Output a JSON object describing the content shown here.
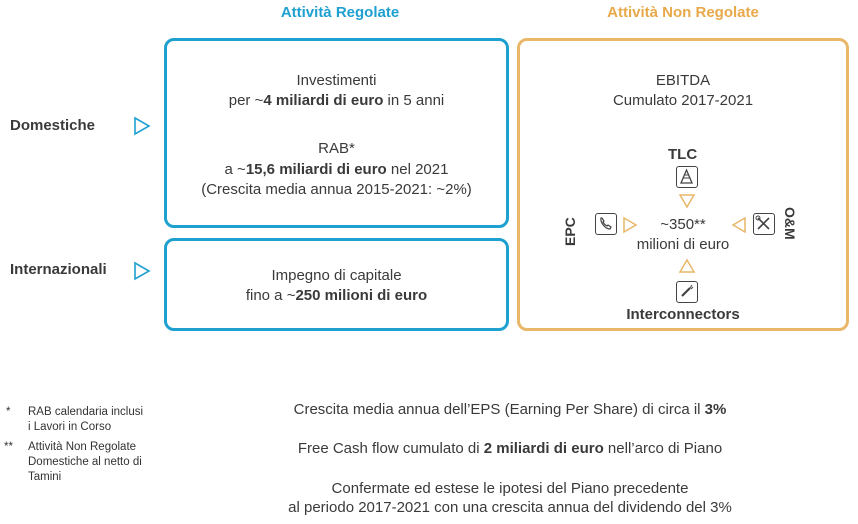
{
  "headers": {
    "regolate": "Attività Regolate",
    "non_regolate": "Attività Non Regolate",
    "regolate_color": "#1ea0d0",
    "non_regolate_color": "#e8a94a"
  },
  "rows": {
    "domestiche": "Domestiche",
    "internazionali": "Internazionali"
  },
  "box_dom_reg": {
    "l1": "Investimenti",
    "l2_pre": "per ~",
    "l2_bold": "4 miliardi di euro",
    "l2_post": " in 5 anni",
    "l3": "RAB*",
    "l4_pre": "a ~",
    "l4_bold": "15,6 miliardi di euro",
    "l4_post": " nel 2021",
    "l5": "(Crescita media annua 2015-2021: ~2%)"
  },
  "box_int_reg": {
    "l1": "Impegno di capitale",
    "l2_pre": "fino a ~",
    "l2_bold": "250 milioni di euro"
  },
  "box_non_reg": {
    "l1": "EBITDA",
    "l2": "Cumulato 2017-2021",
    "center1": "~350**",
    "center2": "milioni di euro",
    "tlc": "TLC",
    "epc": "EPC",
    "om": "O&M",
    "interconnectors": "Interconnectors"
  },
  "icons": [
    "tower-icon",
    "phone-icon",
    "tools-icon",
    "cable-icon",
    "triangle-arrow-icon"
  ],
  "footnotes": {
    "n1_mark": "*",
    "n1_l1": "RAB calendaria inclusi",
    "n1_l2": "i Lavori in Corso",
    "n2_mark": "**",
    "n2_l1": "Attività Non Regolate",
    "n2_l2": "Domestiche al netto di",
    "n2_l3": "Tamini"
  },
  "bottom": {
    "eps_pre": "Crescita media annua dell’EPS (Earning Per Share) di circa il ",
    "eps_bold": "3%",
    "fcf_pre": "Free Cash flow cumulato di ",
    "fcf_bold": "2 miliardi di euro",
    "fcf_post": " nell’arco di Piano",
    "div_l1": "Confermate ed estese le ipotesi del Piano precedente",
    "div_l2": "al periodo 2017-2021 con una crescita annua del dividendo del 3%"
  }
}
